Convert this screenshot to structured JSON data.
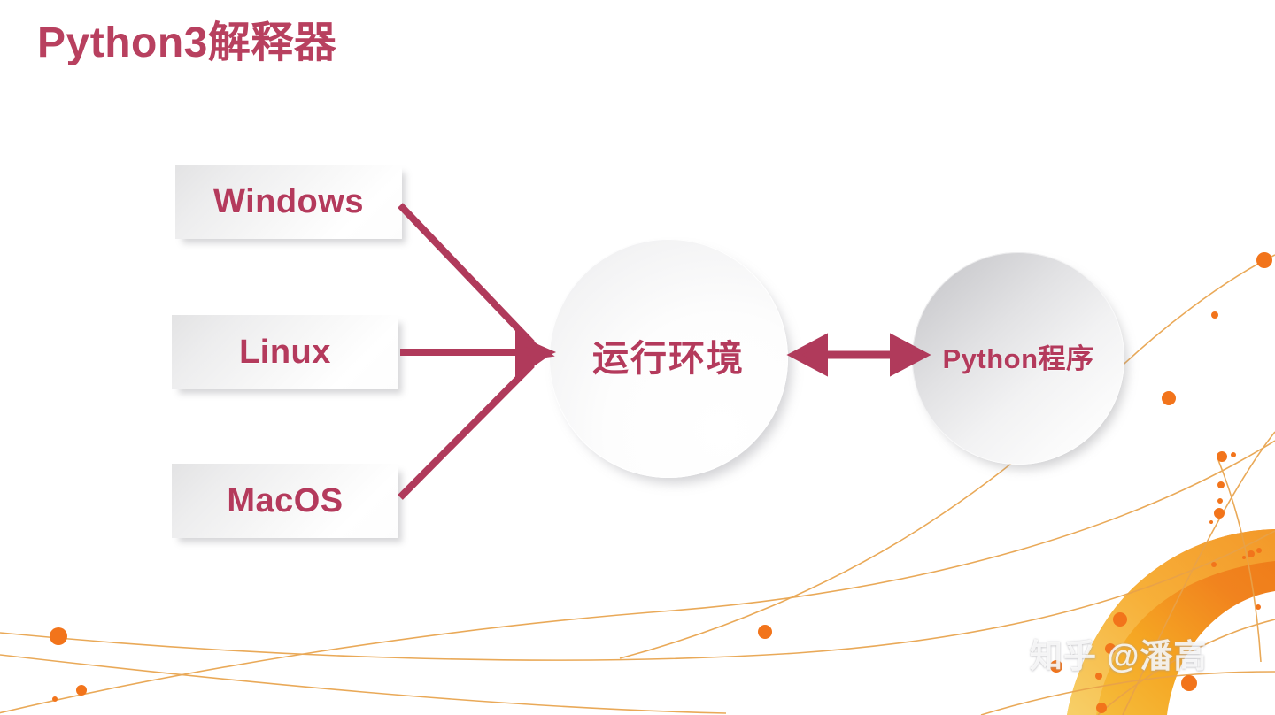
{
  "slide": {
    "title": "Python3解释器",
    "background_color": "#ffffff",
    "accent_color": "#B43A5C",
    "decor_color": "#F08020"
  },
  "boxes": [
    {
      "label": "Windows",
      "name": "os-box-windows"
    },
    {
      "label": "Linux",
      "name": "os-box-linux"
    },
    {
      "label": "MacOS",
      "name": "os-box-macos"
    }
  ],
  "circles": {
    "runtime": {
      "label": "运行环境"
    },
    "program": {
      "label": "Python程序"
    }
  },
  "arrows": {
    "windows_to_runtime": "arrow",
    "linux_to_runtime": "arrow",
    "macos_to_runtime": "arrow",
    "runtime_program_bidirectional": "double-arrow"
  },
  "watermark": {
    "text": "知乎 @潘高"
  }
}
